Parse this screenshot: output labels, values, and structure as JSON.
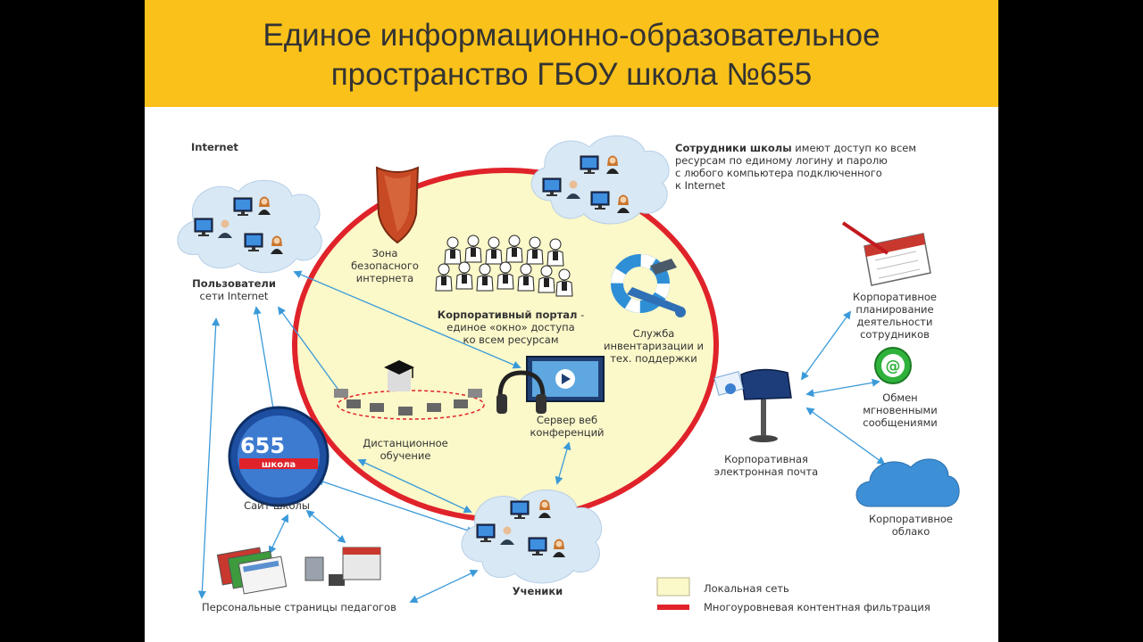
{
  "title": {
    "line1": "Единое информационно-образовательное",
    "line2": "пространство ГБОУ школа №655"
  },
  "labels": {
    "internet": "Internet",
    "users_bold": "Пользователи",
    "users_rest": "сети Internet",
    "staff_bold": "Сотрудники школы",
    "staff_rest": " имеют доступ ко всем",
    "staff_l2": "ресурсам по единому  логину и паролю",
    "staff_l3": "с любого компьютера подключенного",
    "staff_l4": "к Internet",
    "zone_l1": "Зона",
    "zone_l2": "безопасного",
    "zone_l3": "интернета",
    "portal_bold": "Корпоративный портал",
    "portal_dash": " -",
    "portal_l2": "единое «окно» доступа",
    "portal_l3": "ко всем ресурсам",
    "service_l1": "Служба",
    "service_l2": "инвентаризации и",
    "service_l3": "тех. поддержки",
    "distance_l1": "Дистанционное",
    "distance_l2": "обучение",
    "webconf_l1": "Сервер веб",
    "webconf_l2": "конференций",
    "site": "Сайт школы",
    "site_logo": "655",
    "site_logo_sub": "школа",
    "personal_pages": "Персональные страницы педагогов",
    "students": "Ученики",
    "planning_l1": "Корпоративное",
    "planning_l2": "планирование",
    "planning_l3": "деятельности",
    "planning_l4": "сотрудников",
    "im_l1": "Обмен",
    "im_l2": "мгновенными",
    "im_l3": "сообщениями",
    "mail_l1": "Корпоративная",
    "mail_l2": "электронная почта",
    "cloud_l1": "Корпоративное",
    "cloud_l2": "облако"
  },
  "legend": {
    "local_network": "Локальная сеть",
    "filtering": "Многоуровневая контентная фильтрация"
  },
  "colors": {
    "title_band": "#f9c11a",
    "zone_fill": "#fbf8c9",
    "zone_ring": "#e0232a",
    "arrow": "#3a9ad9",
    "cloud": "#d8e8f5"
  }
}
